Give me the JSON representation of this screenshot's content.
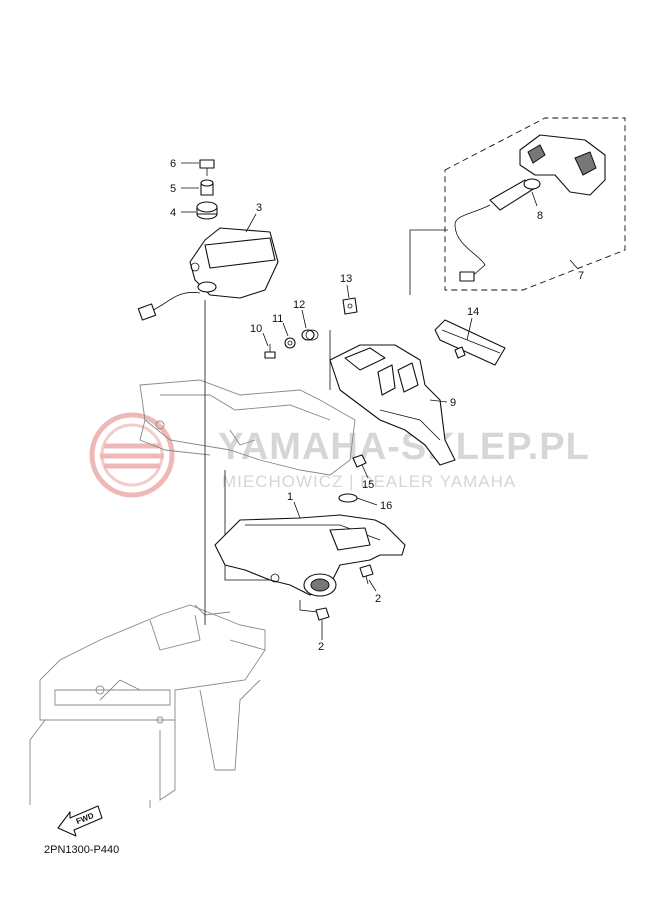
{
  "watermark": {
    "brand": "YAMAHA-SKLEP.PL",
    "tagline": "MIECHOWICZ | DEALER YAMAHA",
    "accent_color": "#e8a0a0"
  },
  "diagram_code": "2PN1300-P440",
  "fwd_label": "FWD",
  "callouts": {
    "c1": "1",
    "c2a": "2",
    "c2b": "2",
    "c3": "3",
    "c4": "4",
    "c5": "5",
    "c6": "6",
    "c7": "7",
    "c8": "8",
    "c9": "9",
    "c10": "10",
    "c11": "11",
    "c12": "12",
    "c13": "13",
    "c14": "14",
    "c15": "15",
    "c16": "16"
  }
}
